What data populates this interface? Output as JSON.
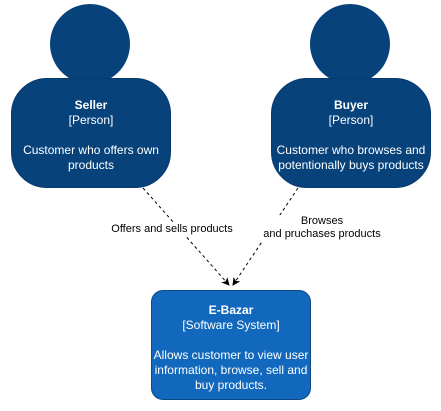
{
  "seller": {
    "name": "Seller",
    "kind": "[Person]",
    "description_line1": "Customer who offers own",
    "description_line2": "products"
  },
  "buyer": {
    "name": "Buyer",
    "kind": "[Person]",
    "description_line1": "Customer who browses and",
    "description_line2": "potentionally buys products"
  },
  "system": {
    "name": "E-Bazar",
    "kind": "[Software System]",
    "description_line1": "Allows customer to view user",
    "description_line2": "information, browse, sell and",
    "description_line3": "buy products."
  },
  "edges": {
    "seller_to_system": "Offers and sells products",
    "buyer_to_system_line1": "Browses",
    "buyer_to_system_line2": "and pruchases products"
  },
  "colors": {
    "person": "#08427b",
    "system": "#1168bd",
    "text_on_node": "#ffffff",
    "edge": "#000000"
  }
}
